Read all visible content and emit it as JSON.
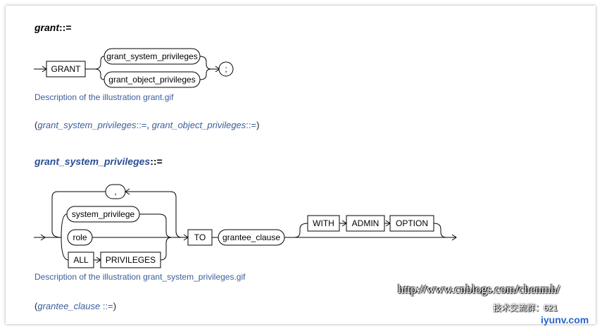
{
  "section1": {
    "heading_name": "grant",
    "heading_bnf": "::=",
    "diagram": {
      "keyword": "GRANT",
      "option1": "grant_system_privileges",
      "option2": "grant_object_privileges",
      "terminator": ";"
    },
    "description": "Description of the illustration grant.gif",
    "refs": {
      "open": "(",
      "ref1": "grant_system_privileges",
      "bnf1": "::=",
      "sep": ", ",
      "ref2": "grant_object_privileges",
      "bnf2": "::=",
      "close": ")"
    }
  },
  "section2": {
    "heading_name": "grant_system_privileges",
    "heading_bnf": "::=",
    "diagram": {
      "comma": ",",
      "system_privilege": "system_privilege",
      "role": "role",
      "all": "ALL",
      "privileges": "PRIVILEGES",
      "to": "TO",
      "grantee_clause": "grantee_clause",
      "with": "WITH",
      "admin": "ADMIN",
      "option": "OPTION"
    },
    "description": "Description of the illustration grant_system_privileges.gif",
    "refs": {
      "open": "(",
      "ref1": "grantee_clause",
      "bnf1": " ::=",
      "close": ")"
    }
  },
  "watermark": {
    "url": "http://www.cnblogs.com/chenmh/",
    "line2": "技术交流群：621",
    "brand": "iyunv.com"
  }
}
